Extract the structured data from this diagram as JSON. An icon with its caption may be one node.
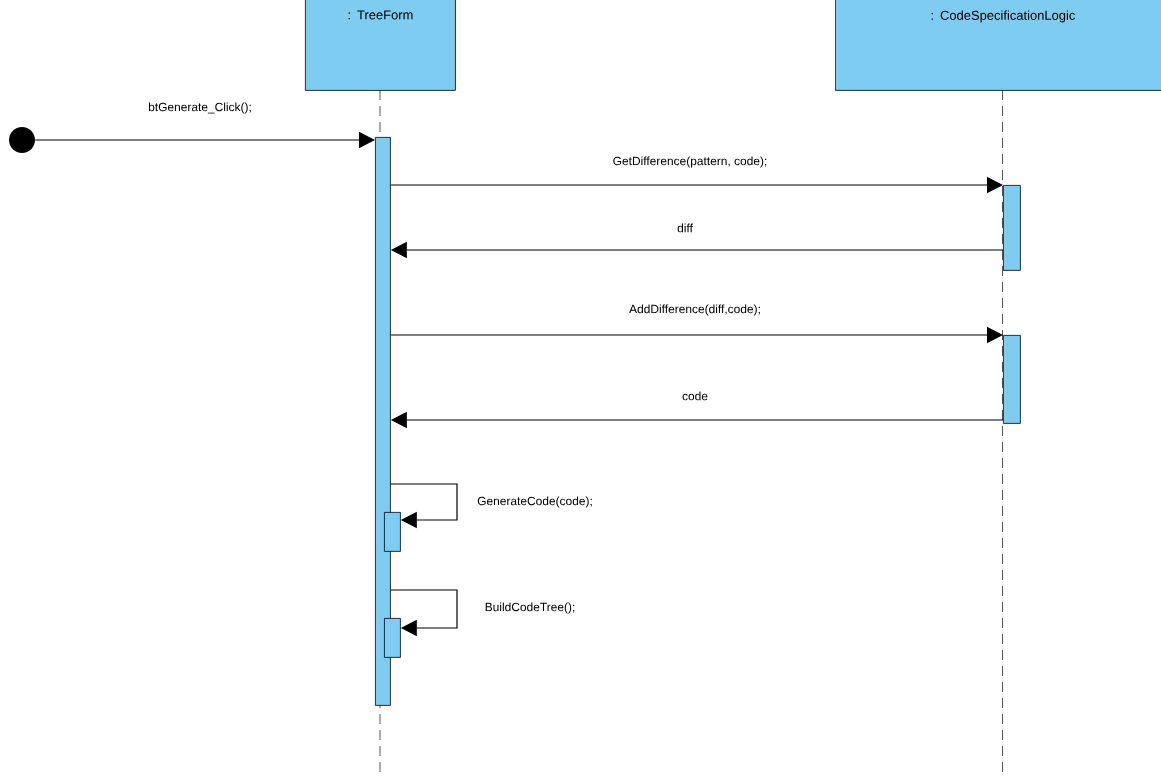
{
  "diagram": {
    "nodes": [
      {
        "text": [
          ": TreeForm"
        ]
      },
      {
        "text": [
          ": CodeSpecificationLogic"
        ]
      },
      {
        "text": [],
        "shape": "circle"
      },
      {
        "text": [],
        "shape": "bar"
      },
      {
        "text": [],
        "shape": "bar"
      },
      {
        "text": [],
        "shape": "bar"
      },
      {
        "text": [],
        "shape": "bar"
      },
      {
        "text": [],
        "shape": "bar"
      }
    ],
    "edges": [
      {
        "from": 2,
        "to": 3,
        "arrow": "to",
        "label": "btGenerate_Click();"
      },
      {
        "from": 3,
        "to": 4,
        "arrow": "to",
        "label": "GetDifference(pattern, code);"
      },
      {
        "from": 4,
        "to": 3,
        "arrow": "to",
        "label": "diff"
      },
      {
        "from": 3,
        "to": 5,
        "arrow": "to",
        "label": "AddDifference(diff,code);"
      },
      {
        "from": 5,
        "to": 3,
        "arrow": "to",
        "label": "code"
      },
      {
        "from": 3,
        "to": 6,
        "arrow": "to",
        "label": "GenerateCode(code);"
      },
      {
        "from": 3,
        "to": 7,
        "arrow": "to",
        "label": "BuildCodeTree();"
      }
    ]
  }
}
